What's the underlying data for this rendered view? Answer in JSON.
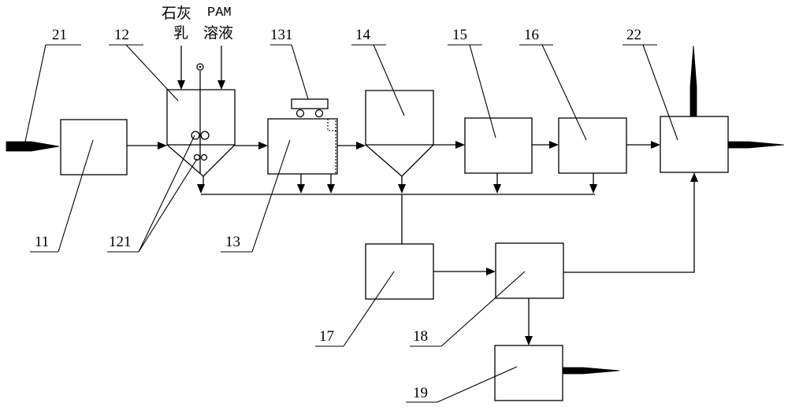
{
  "labels": {
    "n11": "11",
    "n12": "12",
    "n13": "13",
    "n14": "14",
    "n15": "15",
    "n16": "16",
    "n17": "17",
    "n18": "18",
    "n19": "19",
    "n21": "21",
    "n22": "22",
    "n121": "121",
    "n131": "131"
  },
  "inputs": {
    "lime_line1": "石灰",
    "lime_line2": "乳",
    "pam_line1": "PAM",
    "pam_line2": "溶液"
  }
}
